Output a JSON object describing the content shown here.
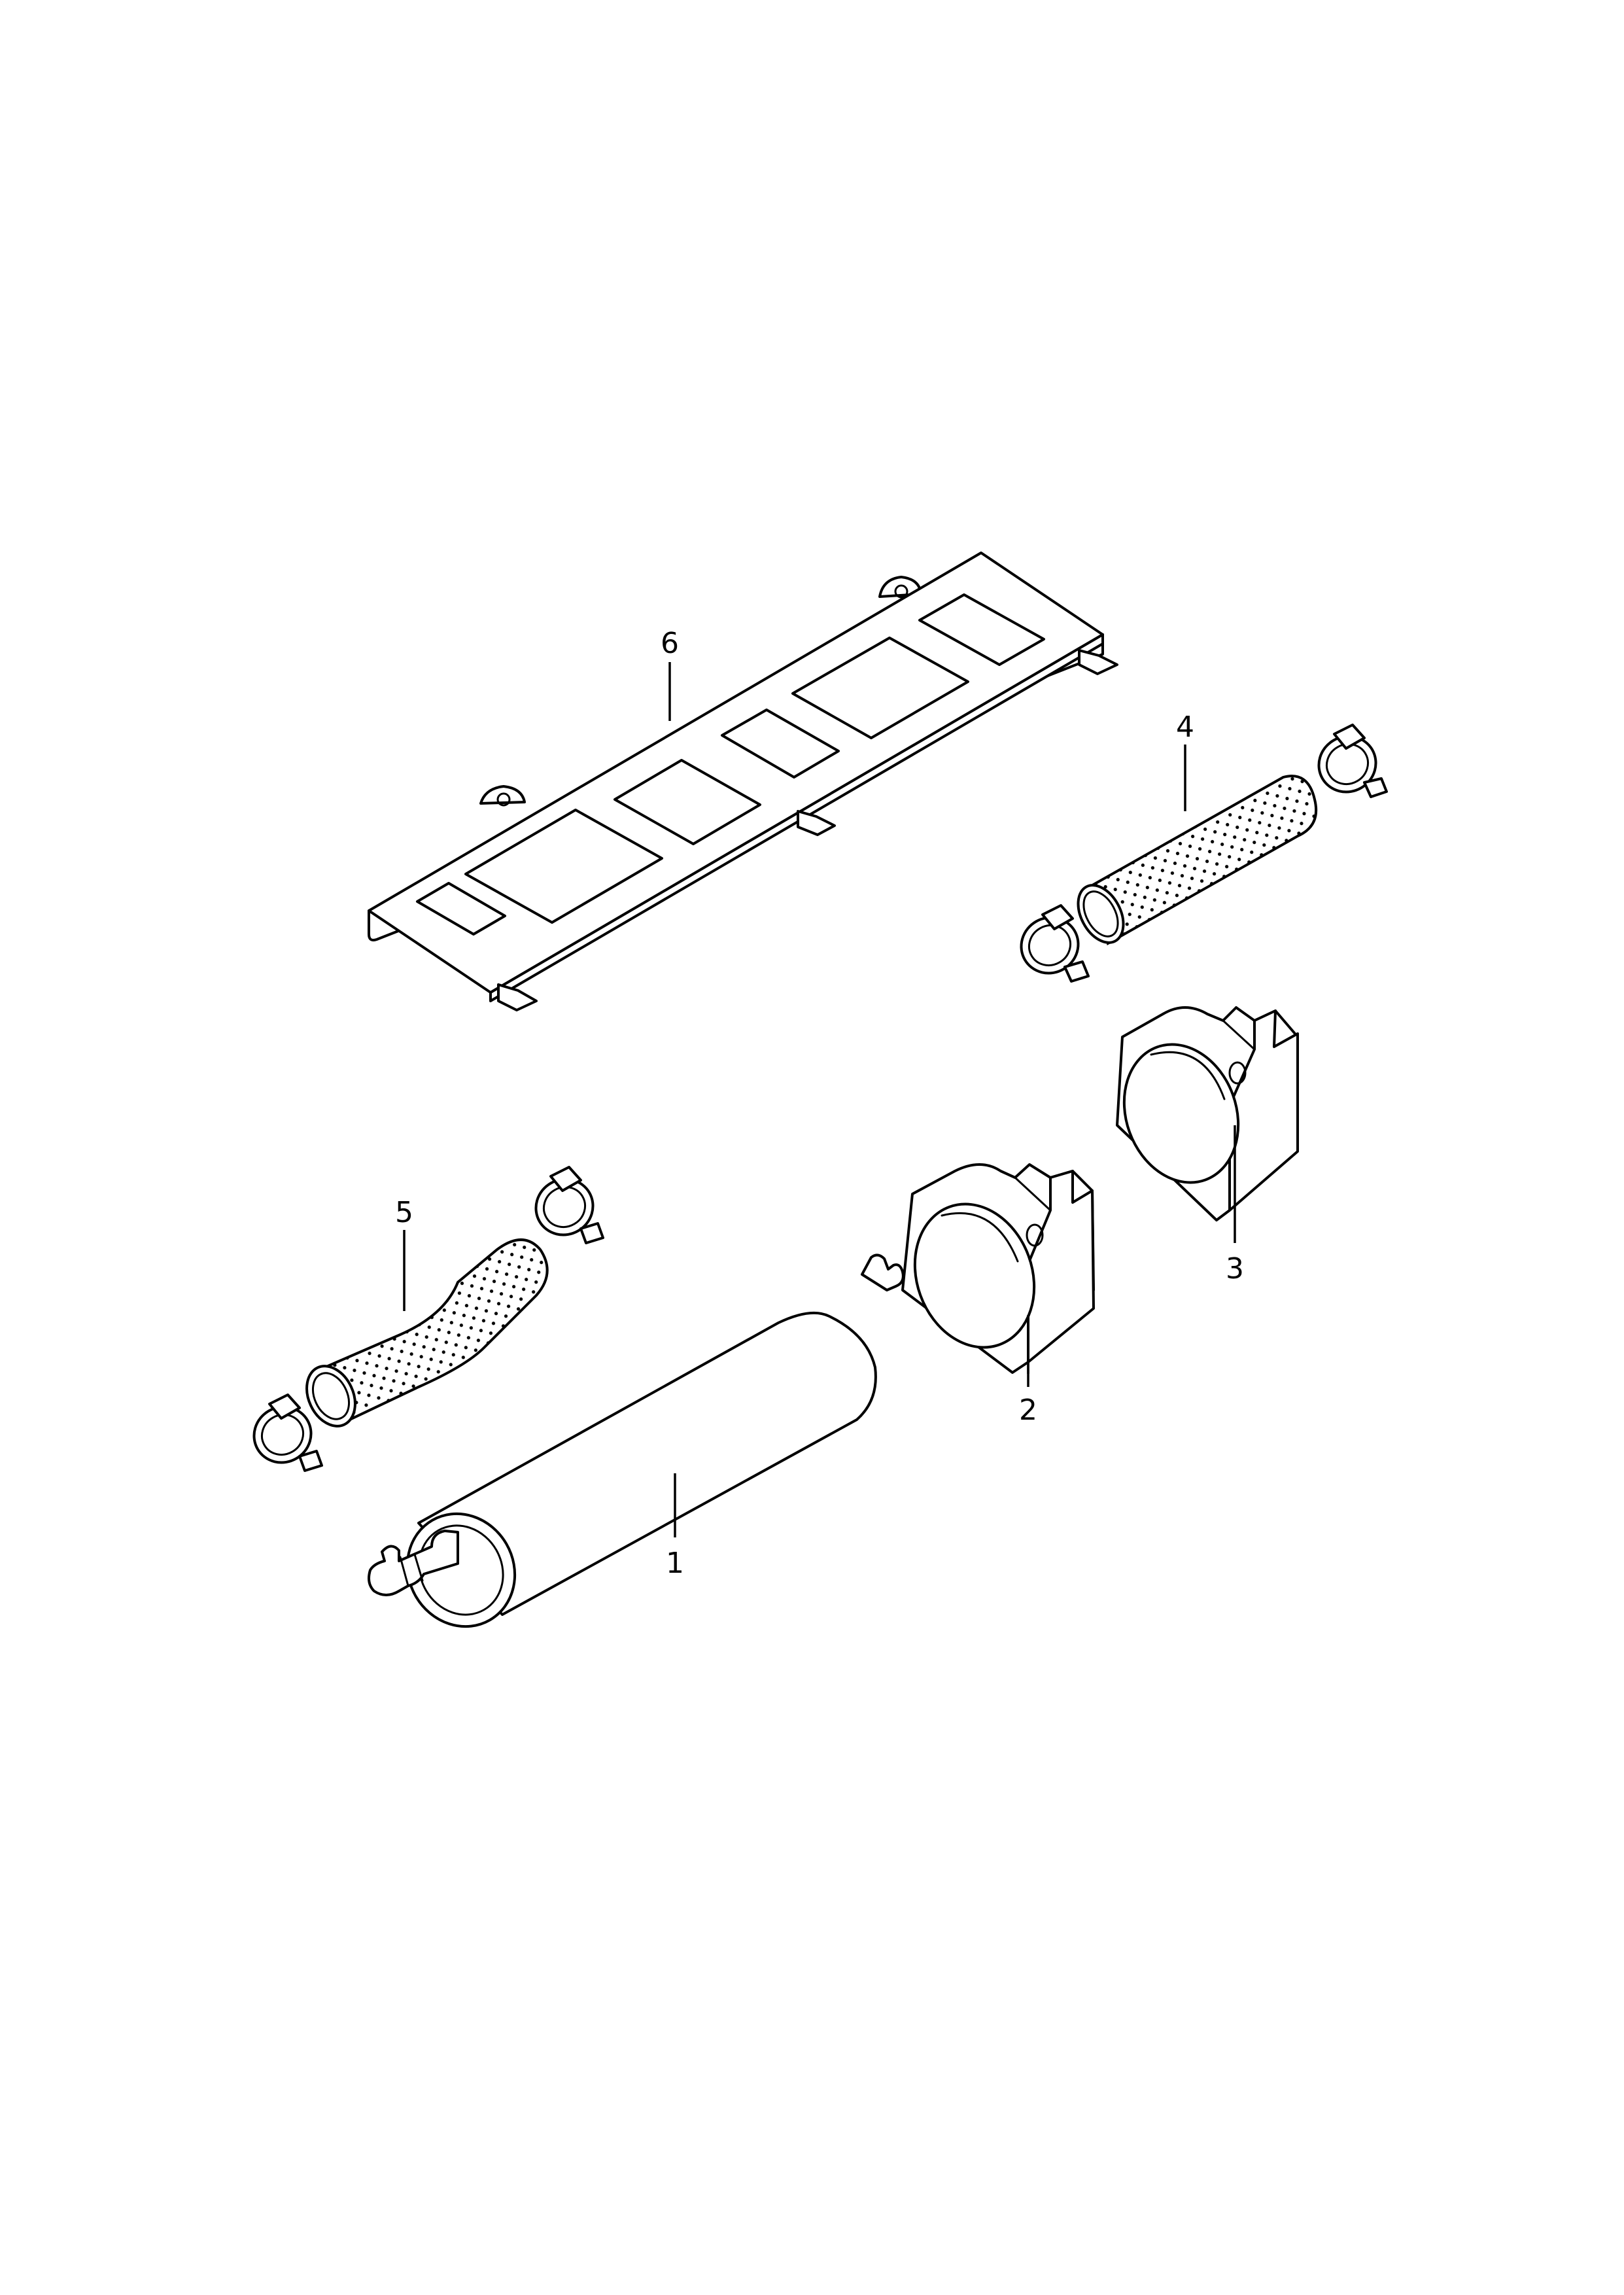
{
  "diagram": {
    "callouts": {
      "c1": "1",
      "c2": "2",
      "c3": "3",
      "c4": "4",
      "c5": "5",
      "c6": "6"
    },
    "colors": {
      "line": "#000000",
      "background": "#ffffff"
    }
  }
}
